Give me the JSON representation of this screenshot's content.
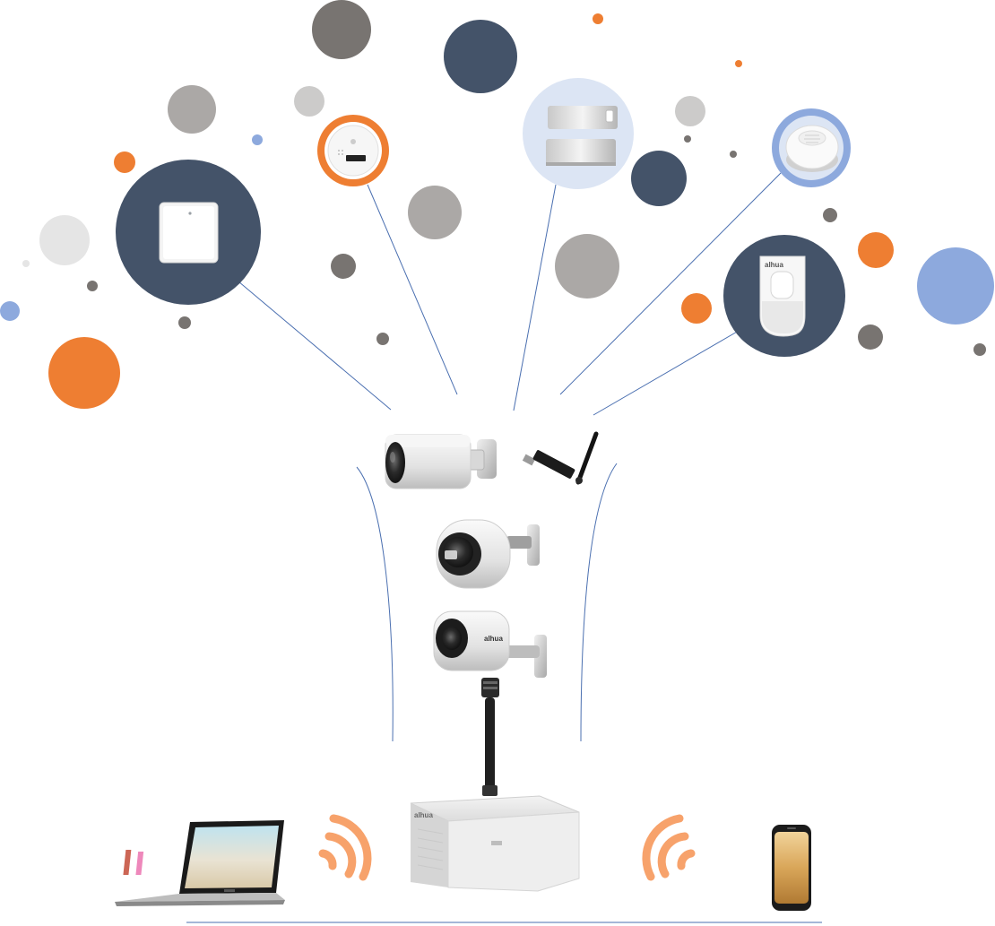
{
  "colors": {
    "navy": "#445369",
    "orange": "#EE7E32",
    "light_blue": "#8DA9DD",
    "pale_blue": "#DCE5F4",
    "gray_dark": "#787471",
    "gray_mid": "#ABA8A6",
    "gray_light": "#CCCBCA",
    "gray_pale": "#E5E5E5",
    "line_blue": "#4A6FB0",
    "wifi_orange": "#F7A26B"
  },
  "device_nodes": [
    {
      "name": "wireless-repeater-node",
      "icon": "repeater-icon",
      "fill": "navy"
    },
    {
      "name": "co-detector-node",
      "icon": "co-detector-icon",
      "fill": "orange"
    },
    {
      "name": "door-contact-node",
      "icon": "door-contact-icon",
      "fill": "pale_blue"
    },
    {
      "name": "smoke-detector-node",
      "icon": "smoke-detector-icon",
      "fill": "light_blue"
    },
    {
      "name": "pir-motion-sensor-node",
      "icon": "pir-sensor-icon",
      "fill": "navy"
    }
  ],
  "hub_devices": [
    {
      "name": "bullet-camera-1",
      "icon": "bullet-camera-icon"
    },
    {
      "name": "wifi-dongle",
      "icon": "usb-antenna-icon"
    },
    {
      "name": "bullet-camera-2",
      "icon": "bullet-camera-icon"
    },
    {
      "name": "bullet-camera-3",
      "icon": "bullet-camera-icon"
    },
    {
      "name": "nvr-recorder",
      "icon": "nvr-icon"
    }
  ],
  "clients": [
    {
      "name": "laptop",
      "icon": "laptop-icon"
    },
    {
      "name": "smartphone",
      "icon": "smartphone-icon"
    }
  ],
  "logo_text": "alhua"
}
